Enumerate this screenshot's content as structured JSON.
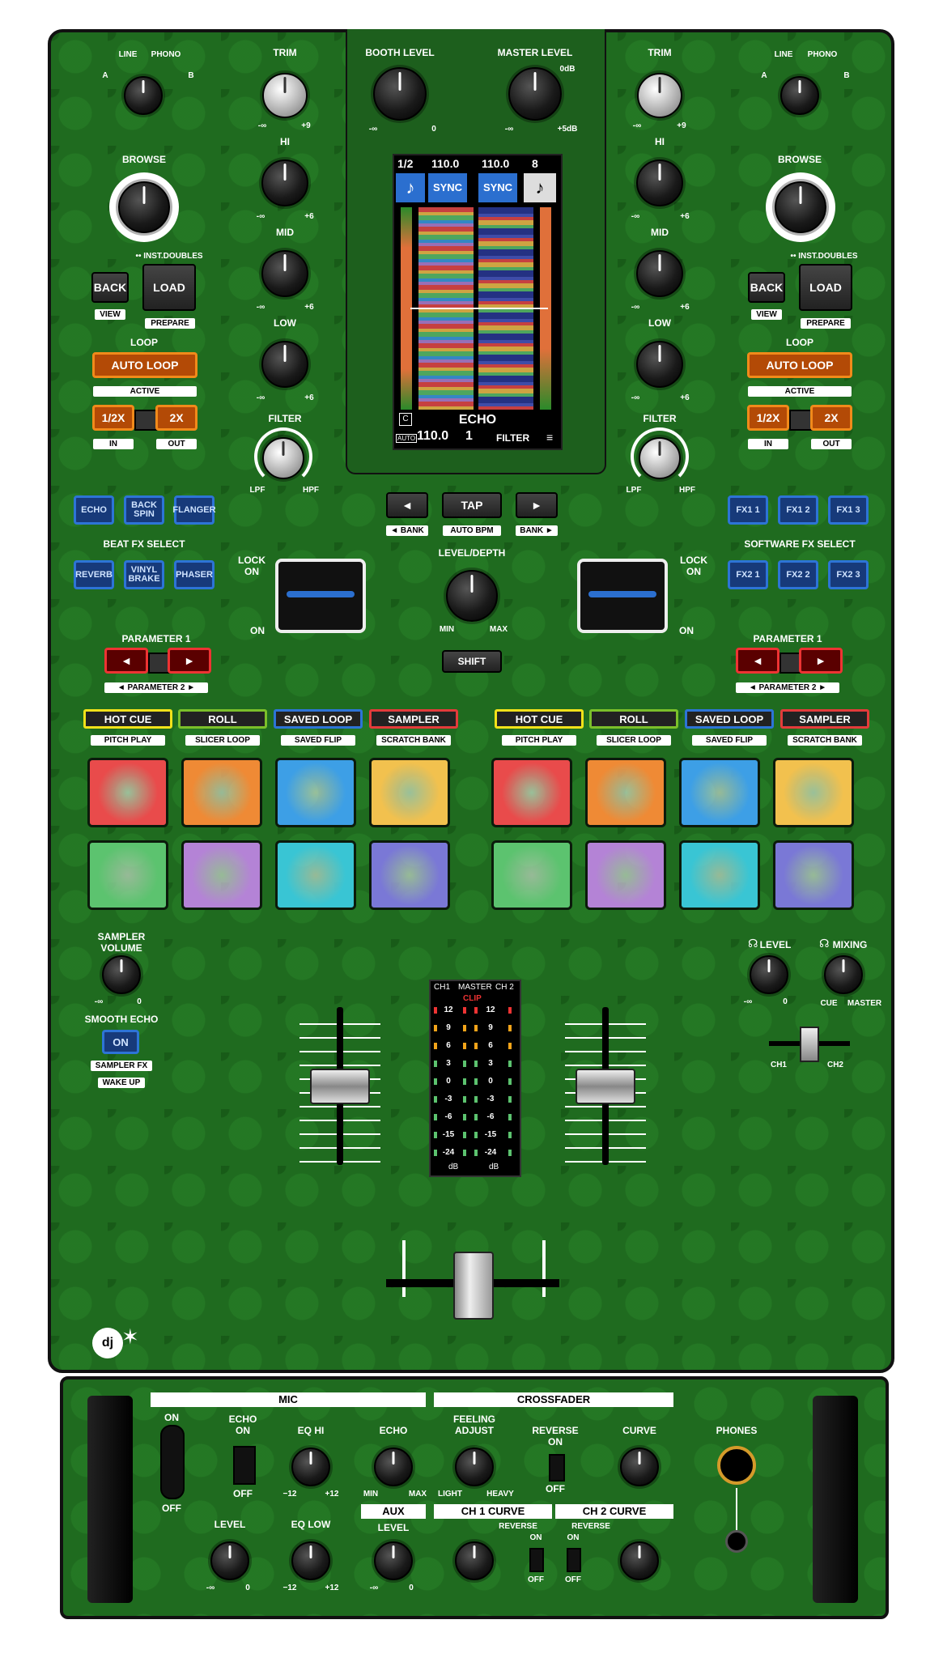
{
  "left": {
    "source": {
      "line": "LINE",
      "phono": "PHONO",
      "a": "A",
      "b": "B"
    },
    "trim": "TRIM",
    "trim_min": "-∞",
    "trim_max": "+9",
    "hi": "HI",
    "mid": "MID",
    "low": "LOW",
    "eq_min": "-∞",
    "eq_max": "+6",
    "filter": "FILTER",
    "lpf": "LPF",
    "hpf": "HPF",
    "browse": "BROWSE",
    "inst": "•• INST.DOUBLES",
    "back": "BACK",
    "view": "VIEW",
    "load": "LOAD",
    "prepare": "PREPARE",
    "loop": "LOOP",
    "auto_loop": "AUTO LOOP",
    "active": "ACTIVE",
    "half": "1/2X",
    "double": "2X",
    "in": "IN",
    "out": "OUT",
    "fx_buttons": [
      "ECHO",
      "BACK SPIN",
      "FLANGER",
      "REVERB",
      "VINYL BRAKE",
      "PHASER"
    ],
    "fx_title": "BEAT FX SELECT",
    "lock_on": "LOCK ON",
    "on": "ON",
    "param1": "PARAMETER 1",
    "param2": "◄ PARAMETER 2 ►",
    "modes": [
      "HOT CUE",
      "ROLL",
      "SAVED LOOP",
      "SAMPLER"
    ],
    "mode_subs": [
      "PITCH PLAY",
      "SLICER LOOP",
      "SAVED FLIP",
      "SCRATCH BANK"
    ]
  },
  "right": {
    "source": {
      "line": "LINE",
      "phono": "PHONO",
      "a": "A",
      "b": "B"
    },
    "trim": "TRIM",
    "trim_min": "-∞",
    "trim_max": "+9",
    "hi": "HI",
    "mid": "MID",
    "low": "LOW",
    "eq_min": "-∞",
    "eq_max": "+6",
    "filter": "FILTER",
    "lpf": "LPF",
    "hpf": "HPF",
    "browse": "BROWSE",
    "inst": "•• INST.DOUBLES",
    "back": "BACK",
    "view": "VIEW",
    "load": "LOAD",
    "prepare": "PREPARE",
    "loop": "LOOP",
    "auto_loop": "AUTO LOOP",
    "active": "ACTIVE",
    "half": "1/2X",
    "double": "2X",
    "in": "IN",
    "out": "OUT",
    "fx_buttons": [
      "FX1 1",
      "FX1 2",
      "FX1 3",
      "FX2 1",
      "FX2 2",
      "FX2 3"
    ],
    "fx_title": "SOFTWARE FX SELECT",
    "lock_on": "LOCK ON",
    "on": "ON",
    "param1": "PARAMETER 1",
    "param2": "◄ PARAMETER 2 ►",
    "modes": [
      "HOT CUE",
      "ROLL",
      "SAVED LOOP",
      "SAMPLER"
    ],
    "mode_subs": [
      "PITCH PLAY",
      "SLICER LOOP",
      "SAVED FLIP",
      "SCRATCH BANK"
    ]
  },
  "center": {
    "booth": "BOOTH LEVEL",
    "booth_min": "-∞",
    "booth_max": "0",
    "master": "MASTER LEVEL",
    "master_min": "-∞",
    "master_max": "+5dB",
    "master_unit": "0dB",
    "screen": {
      "l_loop": "1/2",
      "l_bpm": "110.0",
      "r_bpm": "110.0",
      "r_loop": "8",
      "sync": "SYNC",
      "fx": "ECHO",
      "auto": "AUTO",
      "bpm": "110.0",
      "beat": "1",
      "filter": "FILTER",
      "c": "C"
    },
    "tap": "TAP",
    "bank_l": "◄ BANK",
    "auto_bpm": "AUTO BPM",
    "bank_r": "BANK ►",
    "level_depth": "LEVEL/DEPTH",
    "min": "MIN",
    "max": "MAX",
    "shift": "SHIFT",
    "meter": {
      "ch1": "CH1",
      "master": "MASTER",
      "ch2": "CH 2",
      "clip": "CLIP",
      "scale": [
        "12",
        "9",
        "6",
        "3",
        "0",
        "-3",
        "-6",
        "-15",
        "-24"
      ],
      "db": "dB"
    }
  },
  "sampler": {
    "title": "SAMPLER VOLUME",
    "min": "-∞",
    "max": "0",
    "smooth": "SMOOTH ECHO",
    "on": "ON",
    "fx": "SAMPLER FX",
    "wake": "WAKE UP"
  },
  "headphones": {
    "level": "LEVEL",
    "mixing": "MIXING",
    "min": "-∞",
    "max": "0",
    "cue": "CUE",
    "master": "MASTER",
    "ch1": "CH1",
    "ch2": "CH2"
  },
  "bottom": {
    "mic": "MIC",
    "crossfader": "CROSSFADER",
    "on": "ON",
    "off": "OFF",
    "echo_on": "ECHO ON",
    "eq_hi": "EQ HI",
    "echo": "ECHO",
    "eq_min": "−12",
    "eq_max": "+12",
    "min": "MIN",
    "max": "MAX",
    "feeling": "FEELING ADJUST",
    "light": "LIGHT",
    "heavy": "HEAVY",
    "reverse_on": "REVERSE ON",
    "curve": "CURVE",
    "level": "LEVEL",
    "eq_low": "EQ LOW",
    "aux": "AUX",
    "lvl_min": "-∞",
    "lvl_max": "0",
    "ch1_curve": "CH 1 CURVE",
    "ch2_curve": "CH 2 CURVE",
    "reverse": "REVERSE",
    "phones": "PHONES"
  },
  "colors": {
    "pads_row1": [
      "#e94b4b",
      "#ef8a35",
      "#3d9fe6",
      "#f2c14e"
    ],
    "pads_row2": [
      "#5cc36f",
      "#b483d6",
      "#39c5d4",
      "#7a78d6"
    ],
    "mode_borders": [
      "#f2e21a",
      "#7bbf2a",
      "#2d74d6",
      "#e33b3b"
    ]
  }
}
